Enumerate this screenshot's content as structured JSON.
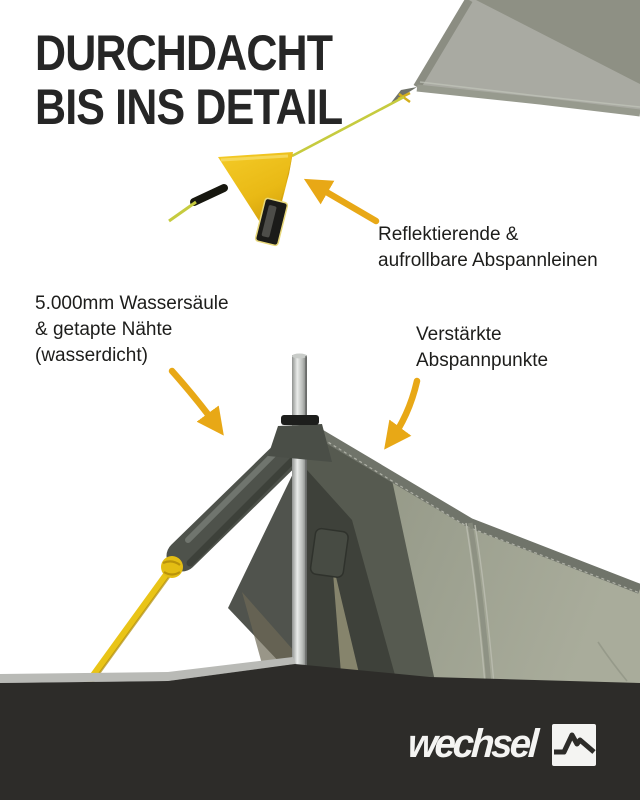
{
  "page": {
    "background": "#ffffff",
    "accent_yellow": "#E8A816",
    "winder_yellow": "#EFC11E",
    "guyline_green": "#C6CB3F",
    "cord_yellow": "#E9C417",
    "fabric_olive": "#9CA08F",
    "fabric_dark": "#565A50",
    "footer_color": "#2D2C29",
    "text_color": "#1D1D1B"
  },
  "title": {
    "line1": "DURCHDACHT",
    "line2": "BIS INS DETAIL"
  },
  "callouts": [
    {
      "id": "reflective-guylines",
      "lines": [
        "Reflektierende &",
        "aufrollbare Abspannleinen"
      ]
    },
    {
      "id": "waterproof-seams",
      "lines": [
        "5.000mm Wassersäule",
        "& getapte Nähte",
        "(wasserdicht)"
      ]
    },
    {
      "id": "reinforced-guypoints",
      "lines": [
        "Verstärkte",
        "Abspannpunkte"
      ]
    }
  ],
  "footer": {
    "brand": "wechsel",
    "logo_icon": "mountain-in-square"
  },
  "icons": {
    "arrow": "curved-callout-arrow",
    "logo_mark": "mountain-icon"
  }
}
